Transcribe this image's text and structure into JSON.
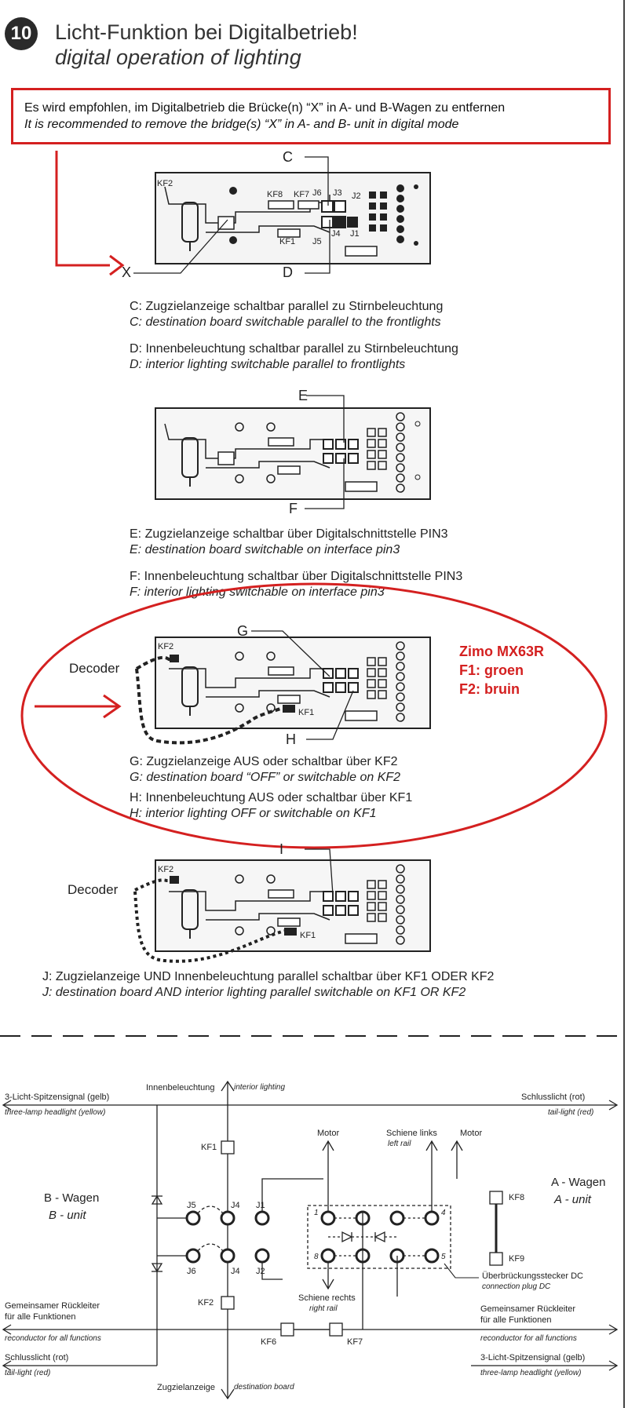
{
  "section_number": "10",
  "title_de": "Licht-Funktion bei Digitalbetrieb!",
  "title_en": "digital operation of lighting",
  "notice": {
    "de": "Es wird empfohlen, im Digitalbetrieb die Brücke(n) “X” in A- und B-Wagen zu entfernen",
    "en": "It is recommended to remove the bridge(s) “X” in A- and B- unit in digital mode"
  },
  "board_labels": {
    "kf2": "KF2",
    "kf8": "KF8",
    "kf7": "KF7",
    "kf1": "KF1",
    "j6": "J6",
    "j3": "J3",
    "j2": "J2",
    "j5": "J5",
    "j4": "J4",
    "j1": "J1"
  },
  "pointers": {
    "c": "C",
    "d": "D",
    "x": "X",
    "e": "E",
    "f": "F",
    "g": "G",
    "h": "H",
    "i": "I"
  },
  "descriptions": {
    "c_de": "C: Zugzielanzeige schaltbar parallel zu Stirnbeleuchtung",
    "c_en": "C: destination board switchable parallel to the frontlights",
    "d_de": "D: Innenbeleuchtung schaltbar parallel zu Stirnbeleuchtung",
    "d_en": "D: interior lighting switchable parallel to frontlights",
    "e_de": "E: Zugzielanzeige schaltbar über Digitalschnittstelle PIN3",
    "e_en": "E: destination board switchable on interface pin3",
    "f_de": "F: Innenbeleuchtung schaltbar über Digitalschnittstelle PIN3",
    "f_en": "F: interior lighting switchable on interface pin3",
    "g_de": "G: Zugzielanzeige AUS oder schaltbar über KF2",
    "g_en": "G: destination board “OFF” or switchable on KF2",
    "h_de": "H: Innenbeleuchtung AUS oder schaltbar über KF1",
    "h_en": "H: interior lighting OFF or switchable on KF1",
    "j_de": "J: Zugzielanzeige UND Innenbeleuchtung parallel schaltbar über  KF1 ODER KF2",
    "j_en": "J: destination board AND interior lighting parallel switchable on KF1 OR KF2"
  },
  "decoder_label": "Decoder",
  "annotation": {
    "line1": "Zimo MX63R",
    "line2": "F1: groen",
    "line2b": "F2: bruin"
  },
  "schematic": {
    "left_top_de": "3-Licht-Spitzensignal (gelb)",
    "left_top_en": "three-lamp headlight (yellow)",
    "interior_de": "Innenbeleuchtung",
    "interior_en": "interior lighting",
    "right_top_de": "Schlusslicht (rot)",
    "right_top_en": "tail-light (red)",
    "motor_a": "Motor",
    "motor_b": "Motor",
    "rail_left_de": "Schiene links",
    "rail_left_en": "left rail",
    "b_wagen_de": "B - Wagen",
    "b_wagen_en": "B - unit",
    "a_wagen_de": "A - Wagen",
    "a_wagen_en": "A - unit",
    "kf1": "KF1",
    "kf2": "KF2",
    "kf6": "KF6",
    "kf7": "KF7",
    "kf8": "KF8",
    "kf9": "KF9",
    "j5": "J5",
    "j4a": "J4",
    "j1": "J1",
    "j6": "J6",
    "j4b": "J4",
    "j2": "J2",
    "pin1": "1",
    "pin4": "4",
    "pin8": "8",
    "pin5": "5",
    "rail_right_de": "Schiene rechts",
    "rail_right_en": "right rail",
    "plug_de": "Überbrückungsstecker DC",
    "plug_en": "connection plug DC",
    "common_left_de1": "Gemeinsamer Rückleiter",
    "common_left_de2": "für alle Funktionen",
    "common_left_en": "reconductor for all functions",
    "common_right_de1": "Gemeinsamer Rückleiter",
    "common_right_de2": "für alle Funktionen",
    "common_right_en": "reconductor for all functions",
    "tail_left_de": "Schlusslicht (rot)",
    "tail_left_en": "tail-light (red)",
    "head_right_de": "3-Licht-Spitzensignal (gelb)",
    "head_right_en": "three-lamp headlight (yellow)",
    "dest_de": "Zugzielanzeige",
    "dest_en": "destination board"
  },
  "colors": {
    "accent_red": "#d42020",
    "ink": "#222222"
  }
}
